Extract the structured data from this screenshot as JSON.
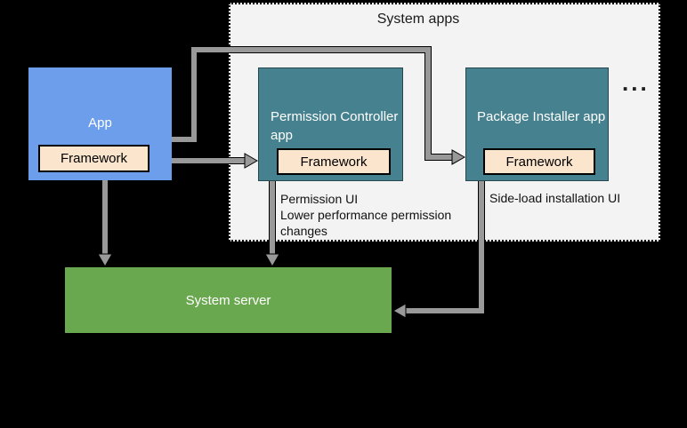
{
  "colors": {
    "background": "#000000",
    "container_bg": "#f3f3f3",
    "app_blue": "#6d9eeb",
    "teal": "#45818e",
    "green": "#6aa84f",
    "cream": "#fce5cd",
    "connector": "#999999",
    "text_dark": "#1a1a1a",
    "text_light": "#ffffff"
  },
  "system_apps": {
    "label": "System apps",
    "ellipsis": "..."
  },
  "app": {
    "label": "App",
    "framework_label": "Framework"
  },
  "permission_controller": {
    "label": "Permission Controller app",
    "framework_label": "Framework",
    "notes": [
      "Permission UI",
      "Lower performance permission changes"
    ]
  },
  "package_installer": {
    "label": "Package Installer app",
    "framework_label": "Framework",
    "note": "Side-load installation UI"
  },
  "system_server": {
    "label": "System server"
  }
}
